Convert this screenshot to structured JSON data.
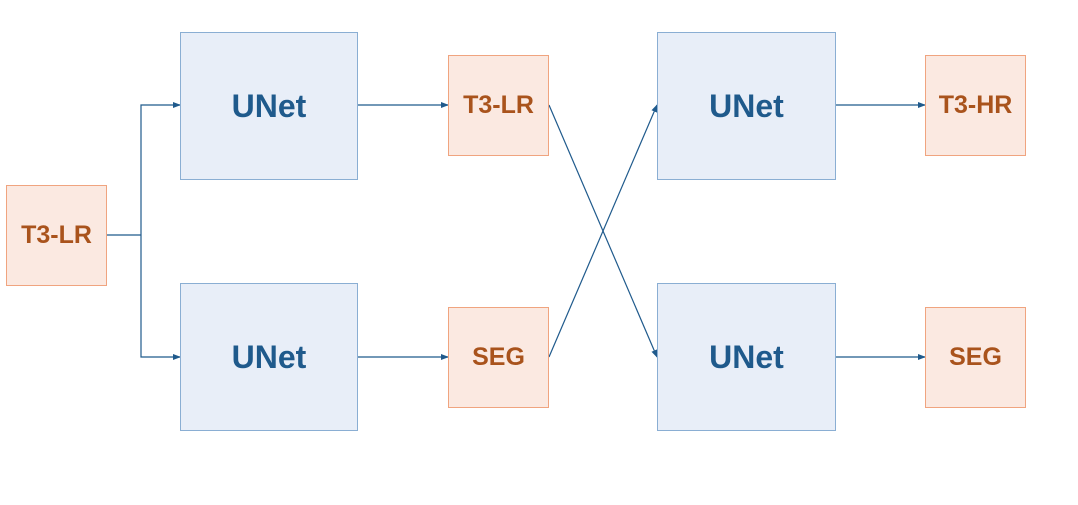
{
  "diagram": {
    "input": {
      "label": "T3-LR"
    },
    "stage1": {
      "top_net": {
        "label": "UNet"
      },
      "bottom_net": {
        "label": "UNet"
      },
      "top_output": {
        "label": "T3-LR"
      },
      "bottom_output": {
        "label": "SEG"
      }
    },
    "stage2": {
      "top_net": {
        "label": "UNet"
      },
      "bottom_net": {
        "label": "UNet"
      },
      "top_output": {
        "label": "T3-HR"
      },
      "bottom_output": {
        "label": "SEG"
      }
    },
    "colors": {
      "network_fill": "#e8eef8",
      "network_border": "#8aaed3",
      "network_text": "#1f5a8c",
      "data_fill": "#fbe9e1",
      "data_border": "#f0a47f",
      "data_text": "#a9531c",
      "arrow": "#1f5a8c"
    }
  }
}
